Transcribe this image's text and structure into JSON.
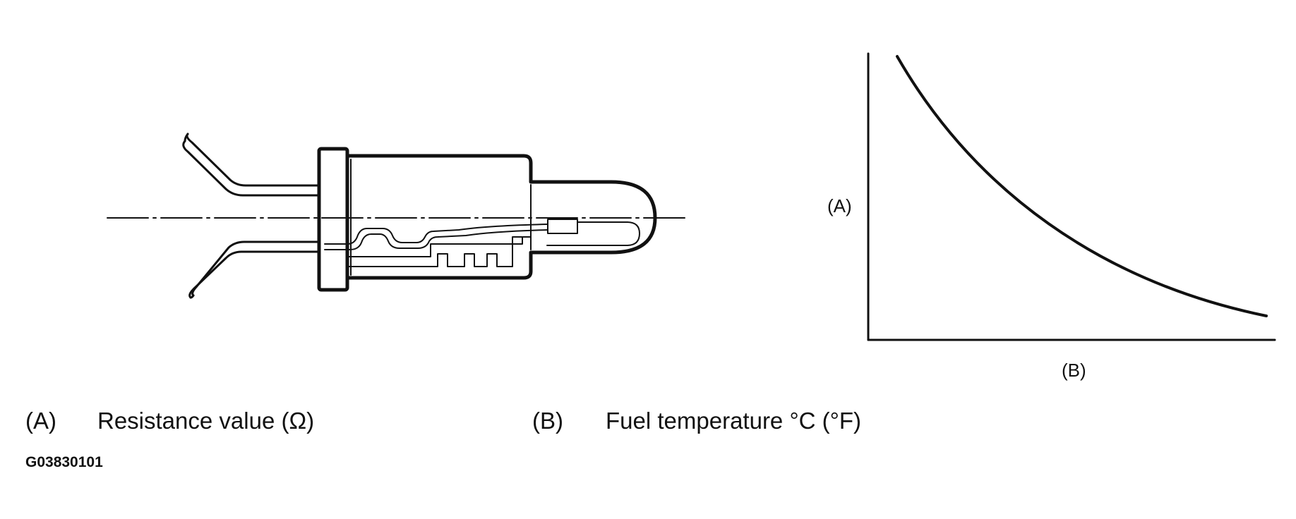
{
  "diagram": {
    "graph": {
      "y_axis_tag": "(A)",
      "x_axis_tag": "(B)"
    },
    "legend": [
      {
        "tag": "(A)",
        "description": "Resistance value (Ω)"
      },
      {
        "tag": "(B)",
        "description": "Fuel temperature °C (°F)"
      }
    ],
    "figure_code": "G03830101",
    "colors": {
      "ink": "#111111",
      "background": "#ffffff"
    }
  }
}
